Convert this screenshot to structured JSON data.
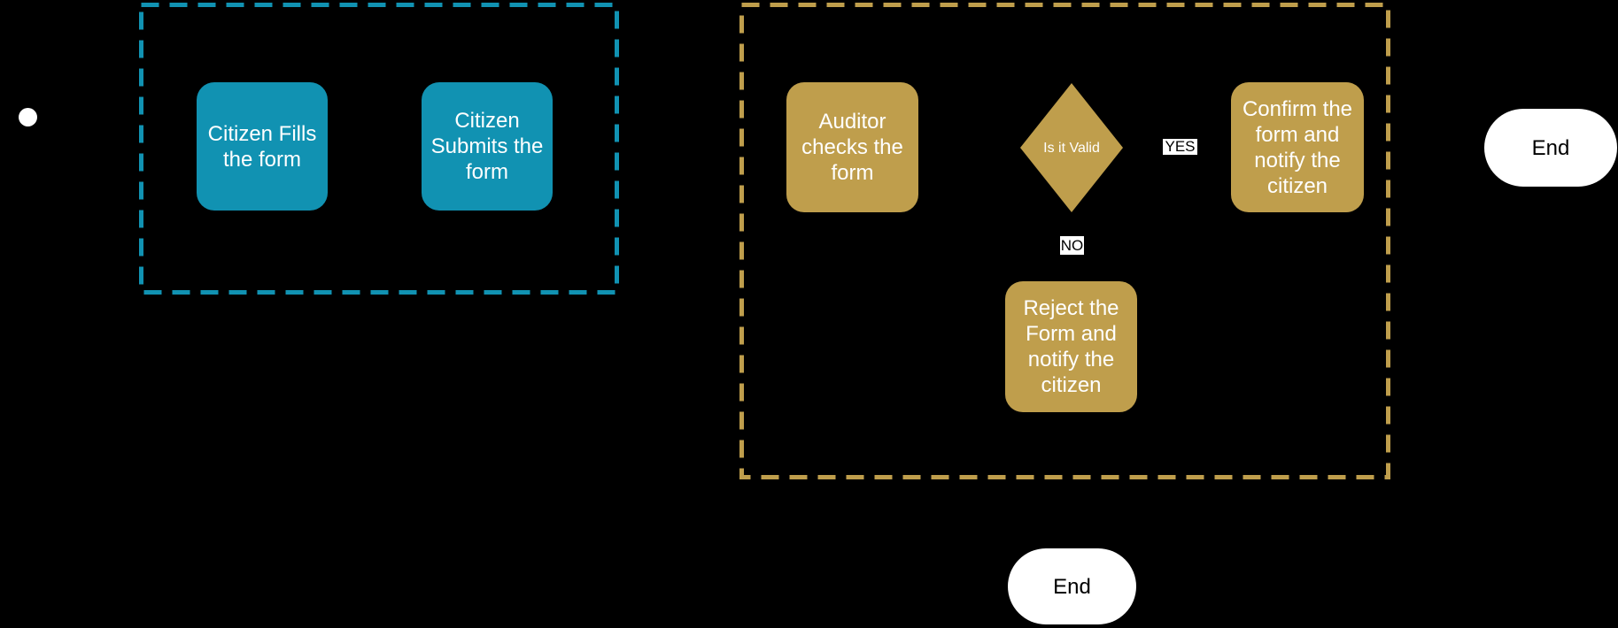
{
  "colors": {
    "background": "#000000",
    "citizen_lane": "#1192B2",
    "auditor_lane": "#BF9E4C",
    "terminal_fill": "#FFFFFF",
    "node_text": "#FFFFFF",
    "edge_label_text": "#000000"
  },
  "nodes": {
    "fill_form": {
      "label": "Citizen Fills the form"
    },
    "submit_form": {
      "label": "Citizen Submits the form"
    },
    "auditor_checks": {
      "label": "Auditor checks the form"
    },
    "is_valid": {
      "label": "Is it Valid"
    },
    "confirm": {
      "label": "Confirm the form and notify the citizen"
    },
    "reject": {
      "label": "Reject the Form and notify the citizen"
    },
    "end_right": {
      "label": "End"
    },
    "end_bottom": {
      "label": "End"
    }
  },
  "edge_labels": {
    "yes": "YES",
    "no": "NO"
  }
}
